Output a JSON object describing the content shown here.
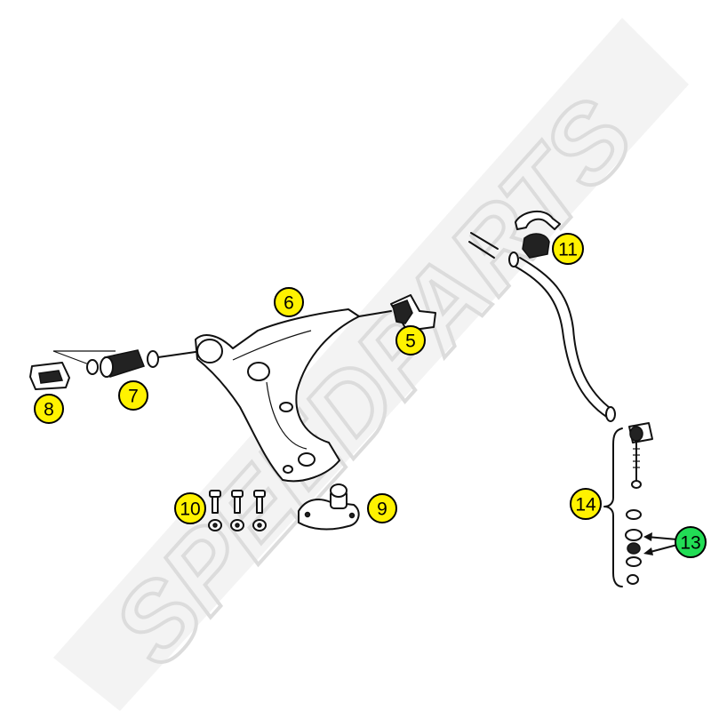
{
  "watermark": {
    "text": "SPEEDPARTS"
  },
  "colors": {
    "yellow_callout": "#FFF200",
    "green_callout": "#22DD55",
    "watermark": "#ececec"
  },
  "callouts": {
    "c5": "5",
    "c6": "6",
    "c7": "7",
    "c8": "8",
    "c9": "9",
    "c10": "10",
    "c11": "11",
    "c13": "13",
    "c14": "14"
  }
}
